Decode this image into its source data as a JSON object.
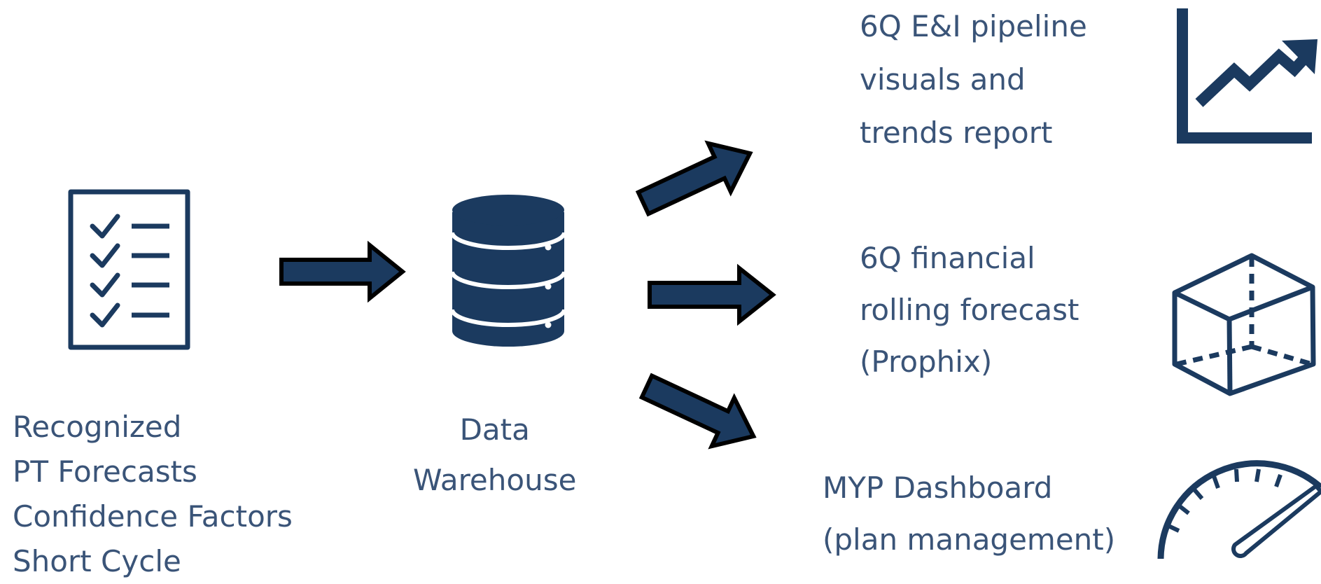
{
  "colors": {
    "icon": "#1b3a5f",
    "text": "#3a5478",
    "outline": "#000000"
  },
  "source": {
    "icon": "checklist-icon",
    "lines": [
      "Recognized",
      "PT Forecasts",
      "Confidence Factors",
      "Short Cycle"
    ]
  },
  "warehouse": {
    "icon": "database-icon",
    "lines": [
      "Data",
      "Warehouse"
    ]
  },
  "outputs": [
    {
      "icon": "trend-chart-icon",
      "lines": [
        "6Q E&I pipeline",
        "visuals and",
        "trends report"
      ]
    },
    {
      "icon": "cube-icon",
      "lines": [
        "6Q financial",
        "rolling forecast",
        "(Prophix)"
      ]
    },
    {
      "icon": "gauge-icon",
      "lines": [
        "MYP Dashboard",
        "(plan management)"
      ]
    }
  ]
}
